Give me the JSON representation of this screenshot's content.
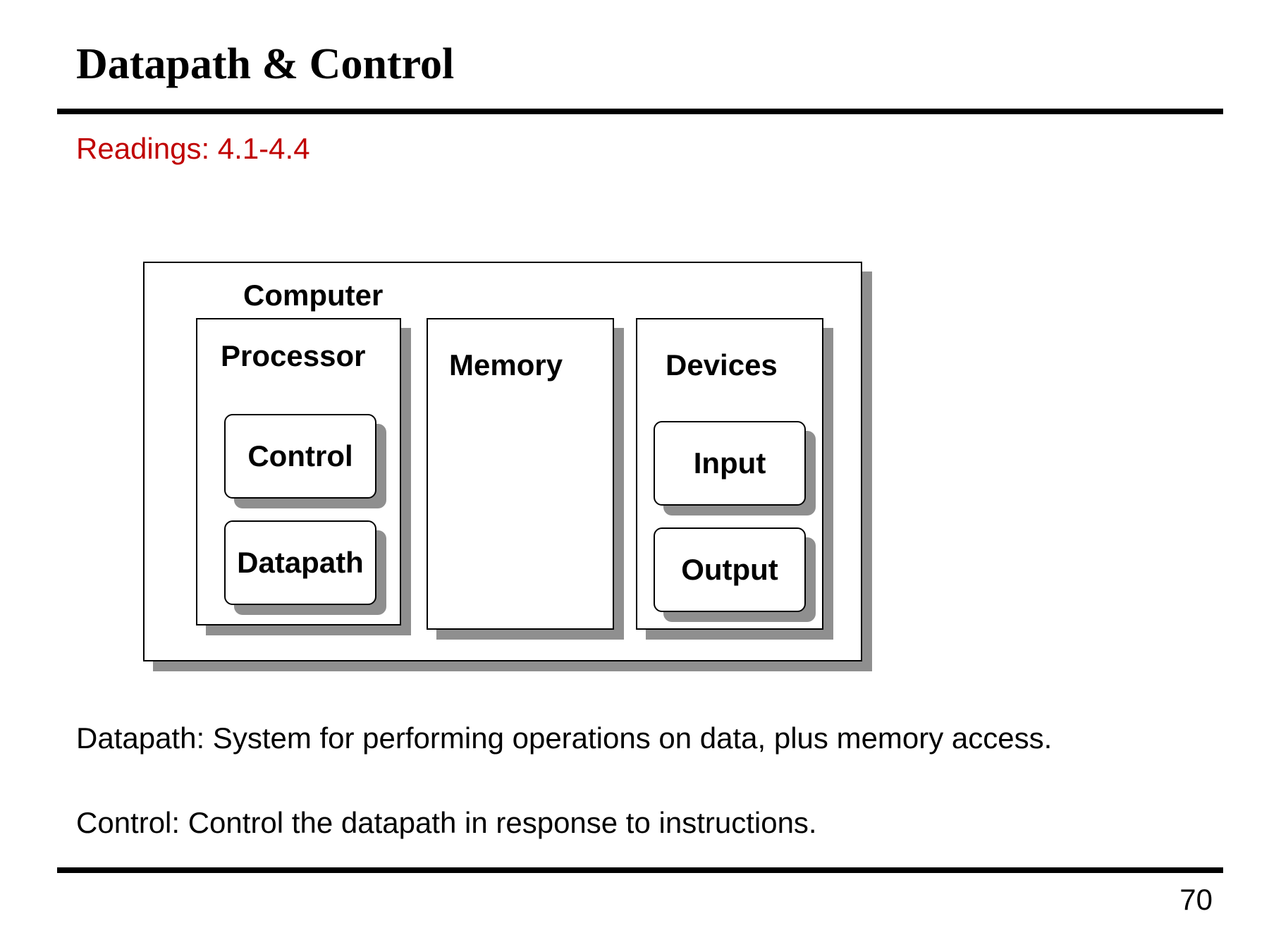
{
  "slide": {
    "title": "Datapath & Control",
    "readings": "Readings: 4.1-4.4",
    "page_number": "70"
  },
  "diagram": {
    "computer_label": "Computer",
    "processor": {
      "label": "Processor",
      "components": [
        "Control",
        "Datapath"
      ]
    },
    "memory": {
      "label": "Memory"
    },
    "devices": {
      "label": "Devices",
      "components": [
        "Input",
        "Output"
      ]
    }
  },
  "descriptions": [
    "Datapath: System for performing operations on data, plus memory access.",
    "Control: Control the datapath in response to instructions."
  ],
  "colors": {
    "readings": "#c00000",
    "shadow": "#8f8f8f"
  }
}
